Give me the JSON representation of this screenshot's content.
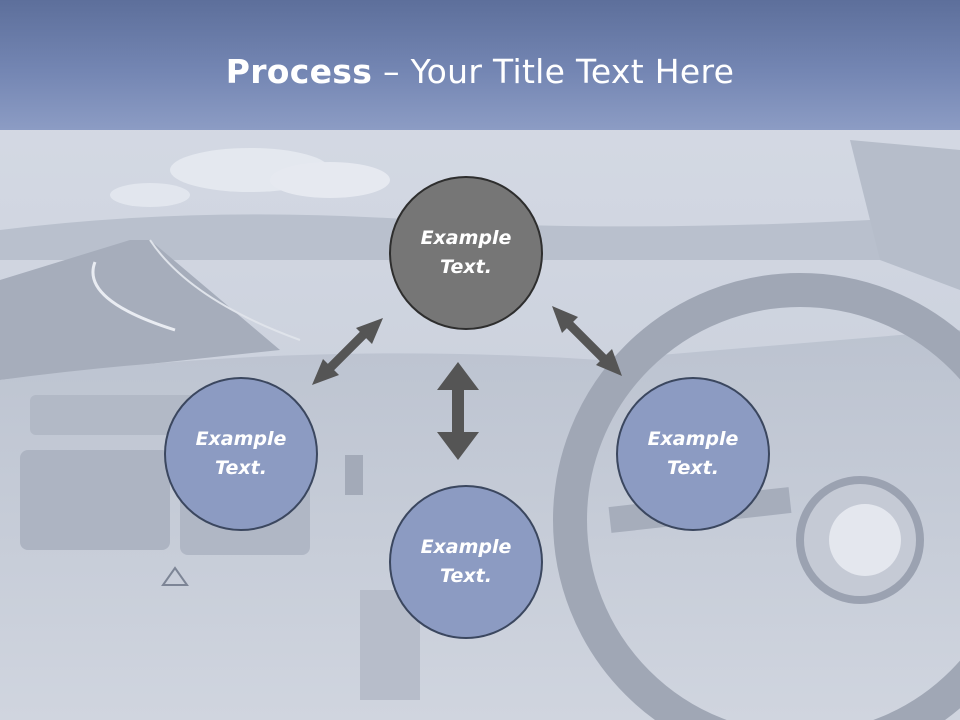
{
  "slide": {
    "title_bold": "Process",
    "title_sep": " – ",
    "title_rest": "Your Title Text Here"
  },
  "circles": {
    "top": {
      "line1": "Example",
      "line2": "Text."
    },
    "left": {
      "line1": "Example",
      "line2": "Text."
    },
    "bottom": {
      "line1": "Example",
      "line2": "Text."
    },
    "right": {
      "line1": "Example",
      "line2": "Text."
    }
  },
  "colors": {
    "title_band": "#6b7eac",
    "circle_dark": "#767676",
    "circle_blue": "#8c9bc2",
    "arrow": "#555555"
  }
}
